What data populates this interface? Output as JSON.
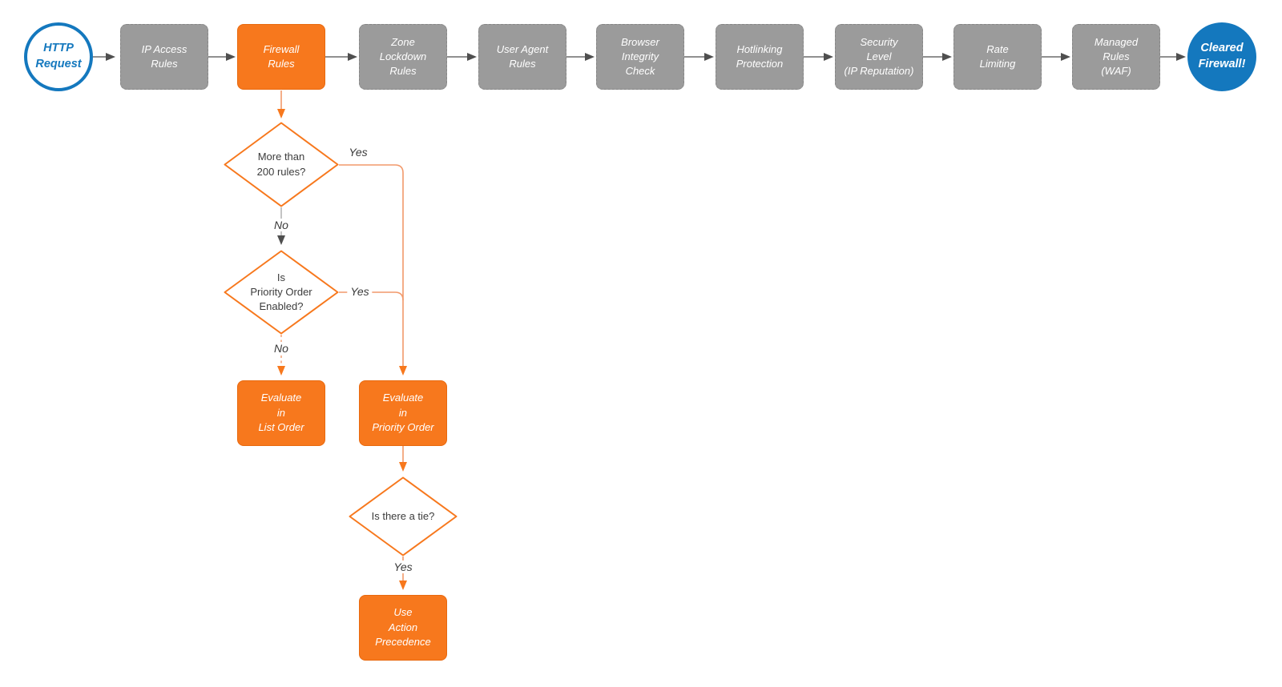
{
  "diagram": {
    "type": "flowchart",
    "colors": {
      "accent_orange": "#F7781D",
      "orange_connector": "#F2996B",
      "gray_stage_fill": "#9B9B9B",
      "gray_connector": "#6B6B6B",
      "blue_terminal": "#1478BE"
    },
    "pipeline": {
      "start": {
        "label": "HTTP\nRequest"
      },
      "stages": [
        {
          "label": "IP Access\nRules"
        },
        {
          "label": "Firewall\nRules"
        },
        {
          "label": "Zone\nLockdown\nRules"
        },
        {
          "label": "User Agent\nRules"
        },
        {
          "label": "Browser\nIntegrity\nCheck"
        },
        {
          "label": "Hotlinking\nProtection"
        },
        {
          "label": "Security\nLevel\n(IP Reputation)"
        },
        {
          "label": "Rate\nLimiting"
        },
        {
          "label": "Managed\nRules\n(WAF)"
        }
      ],
      "end": {
        "label": "Cleared\nFirewall!"
      }
    },
    "decisions": {
      "more_rules": "More than\n200 rules?",
      "priority_enabled": "Is\nPriority Order\nEnabled?",
      "tie": "Is there a tie?"
    },
    "processes": {
      "list_order": "Evaluate\nin\nList Order",
      "priority_order": "Evaluate\nin\nPriority Order",
      "action_precedence": "Use\nAction\nPrecedence"
    },
    "edge_labels": {
      "yes_more_rules": "Yes",
      "no_more_rules": "No",
      "yes_priority": "Yes",
      "no_priority": "No",
      "yes_tie": "Yes"
    }
  }
}
